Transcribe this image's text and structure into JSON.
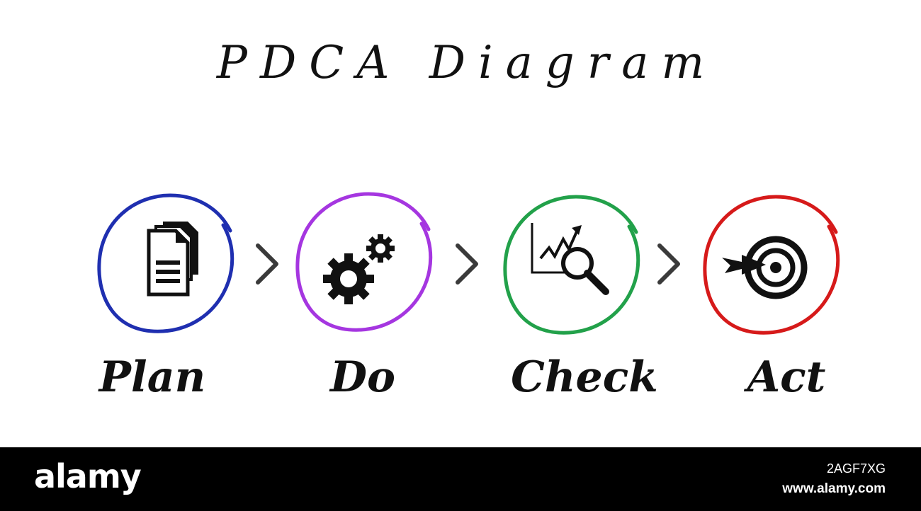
{
  "title": "PDCA Diagram",
  "stages": [
    {
      "label": "Plan",
      "color": "#1f2fb0",
      "icon": "documents-icon"
    },
    {
      "label": "Do",
      "color": "#a536e0",
      "icon": "gears-icon"
    },
    {
      "label": "Check",
      "color": "#22a14a",
      "icon": "chart-magnifier-icon"
    },
    {
      "label": "Act",
      "color": "#d61a1a",
      "icon": "target-arrow-icon"
    }
  ],
  "arrow_icon": "chevron-right-icon",
  "footer": {
    "brand": "alamy",
    "image_id": "2AGF7XG",
    "url": "www.alamy.com"
  }
}
